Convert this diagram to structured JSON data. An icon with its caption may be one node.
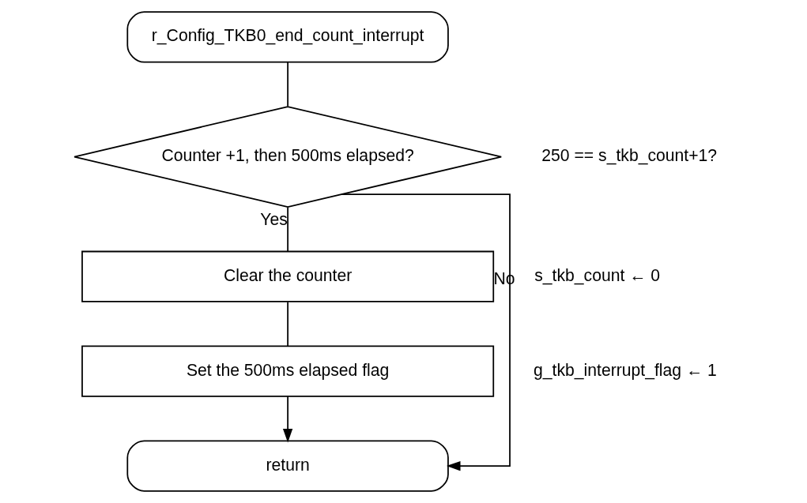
{
  "diagram": {
    "nodes": [
      {
        "text": [
          "r_Config_TKB0_end_count_interrupt"
        ]
      },
      {
        "text": [
          "Counter +1, then 500ms elapsed?"
        ],
        "beside": [
          "250 == s_tkb_count+1?"
        ]
      },
      {
        "text": [
          "Clear the counter"
        ],
        "beside": [
          "s_tkb_count ← 0"
        ]
      },
      {
        "text": [
          "Set the 500ms elapsed flag"
        ],
        "beside": [
          "g_tkb_interrupt_flag ← 1"
        ]
      },
      {
        "text": [
          "return"
        ]
      }
    ],
    "edges": [
      {
        "from": 0,
        "to": 1,
        "arrow": "none"
      },
      {
        "from": 1,
        "to": 2,
        "arrow": "none",
        "label": "Yes"
      },
      {
        "from": 2,
        "to": 3,
        "arrow": "none"
      },
      {
        "from": 3,
        "to": 4,
        "arrow": "to"
      },
      {
        "from": 1,
        "to": 4,
        "arrow": "to",
        "label": "No"
      }
    ]
  }
}
